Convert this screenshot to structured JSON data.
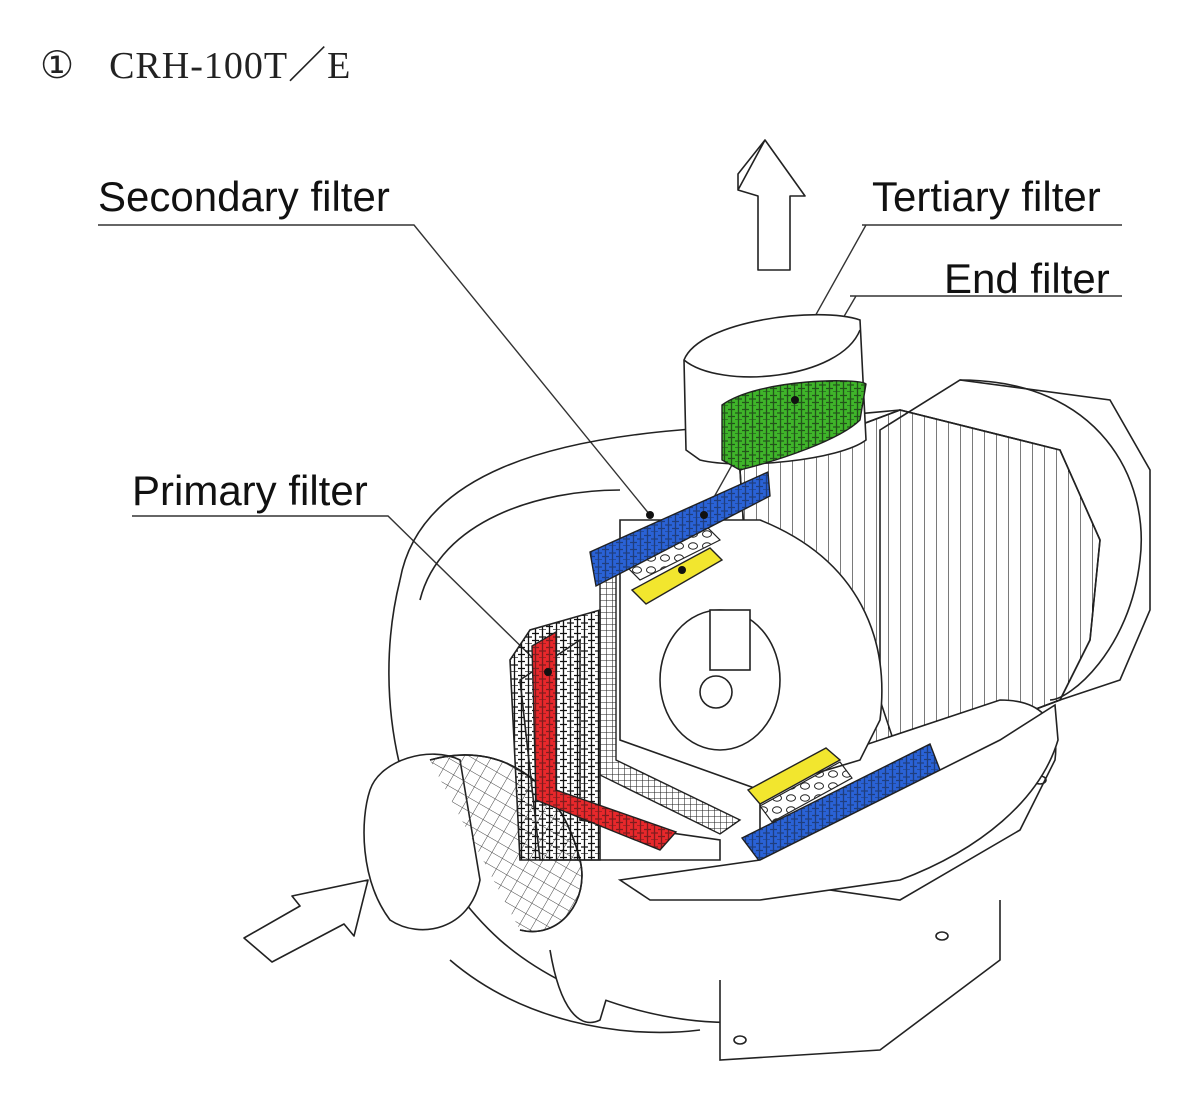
{
  "title": {
    "marker": "①",
    "model": "CRH-100T／E"
  },
  "labels": {
    "secondary": "Secondary filter",
    "tertiary": "Tertiary filter",
    "end": "End filter",
    "primary": "Primary filter"
  },
  "colors": {
    "primary_filter": "#e8282b",
    "secondary_filter": "#2a62d6",
    "tertiary_filter": "#f2e62e",
    "end_filter": "#3fb52a",
    "line": "#222222"
  }
}
